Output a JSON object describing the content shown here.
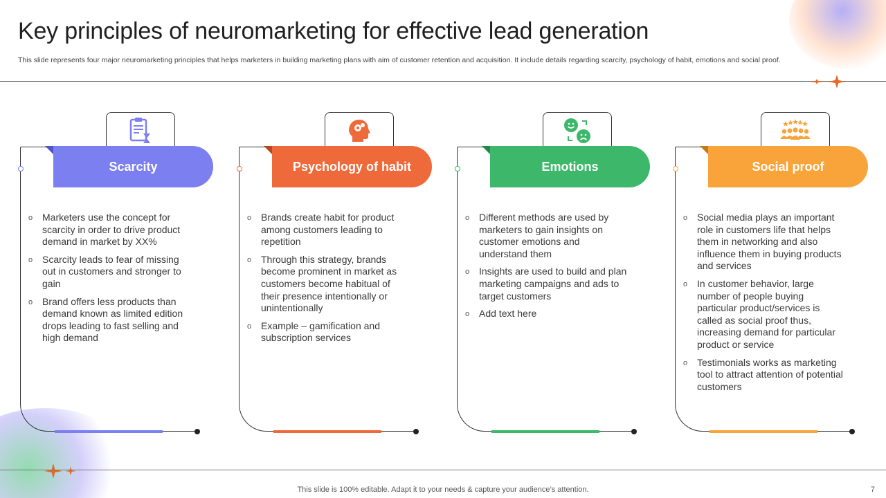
{
  "slide": {
    "title": "Key principles of neuromarketing for effective lead generation",
    "subtitle": "This slide represents four major neuromarketing principles that helps marketers in building marketing plans with aim of customer retention and acquisition. It include details regarding scarcity, psychology of habit, emotions and social proof.",
    "footer": "This slide is 100% editable. Adapt it to your needs & capture your audience’s attention.",
    "page_number": "7"
  },
  "cards": [
    {
      "title": "Scarcity",
      "color": "#7b7ff0",
      "icon": "clipboard-hourglass-icon",
      "bullets": [
        "Marketers use the concept for scarcity in order to drive product demand in market by XX%",
        "Scarcity leads to fear of missing out in customers and stronger to gain",
        "Brand offers less products than demand known as limited edition drops leading to fast selling and high demand"
      ]
    },
    {
      "title": "Psychology of habit",
      "color": "#ef6a3a",
      "icon": "head-gears-icon",
      "bullets": [
        "Brands create habit for product among customers leading to repetition",
        "Through this strategy, brands become prominent in market as customers become habitual of their presence intentionally  or unintentionally",
        "Example – gamification and subscription services"
      ]
    },
    {
      "title": "Emotions",
      "color": "#3db86a",
      "icon": "emotion-faces-icon",
      "bullets": [
        "Different methods are used by marketers to gain insights on customer emotions and understand them",
        "Insights are used to build and plan marketing campaigns and ads to target customers",
        "Add text here"
      ]
    },
    {
      "title": "Social proof",
      "color": "#f9a43a",
      "icon": "rated-people-icon",
      "bullets": [
        "Social media plays an important role in customers life that helps them in networking and also influence them in buying products and services",
        "In customer behavior, large number of people buying particular product/services is called as social proof thus, increasing demand for particular product or service",
        "Testimonials works as marketing tool to attract attention of potential customers"
      ]
    }
  ]
}
